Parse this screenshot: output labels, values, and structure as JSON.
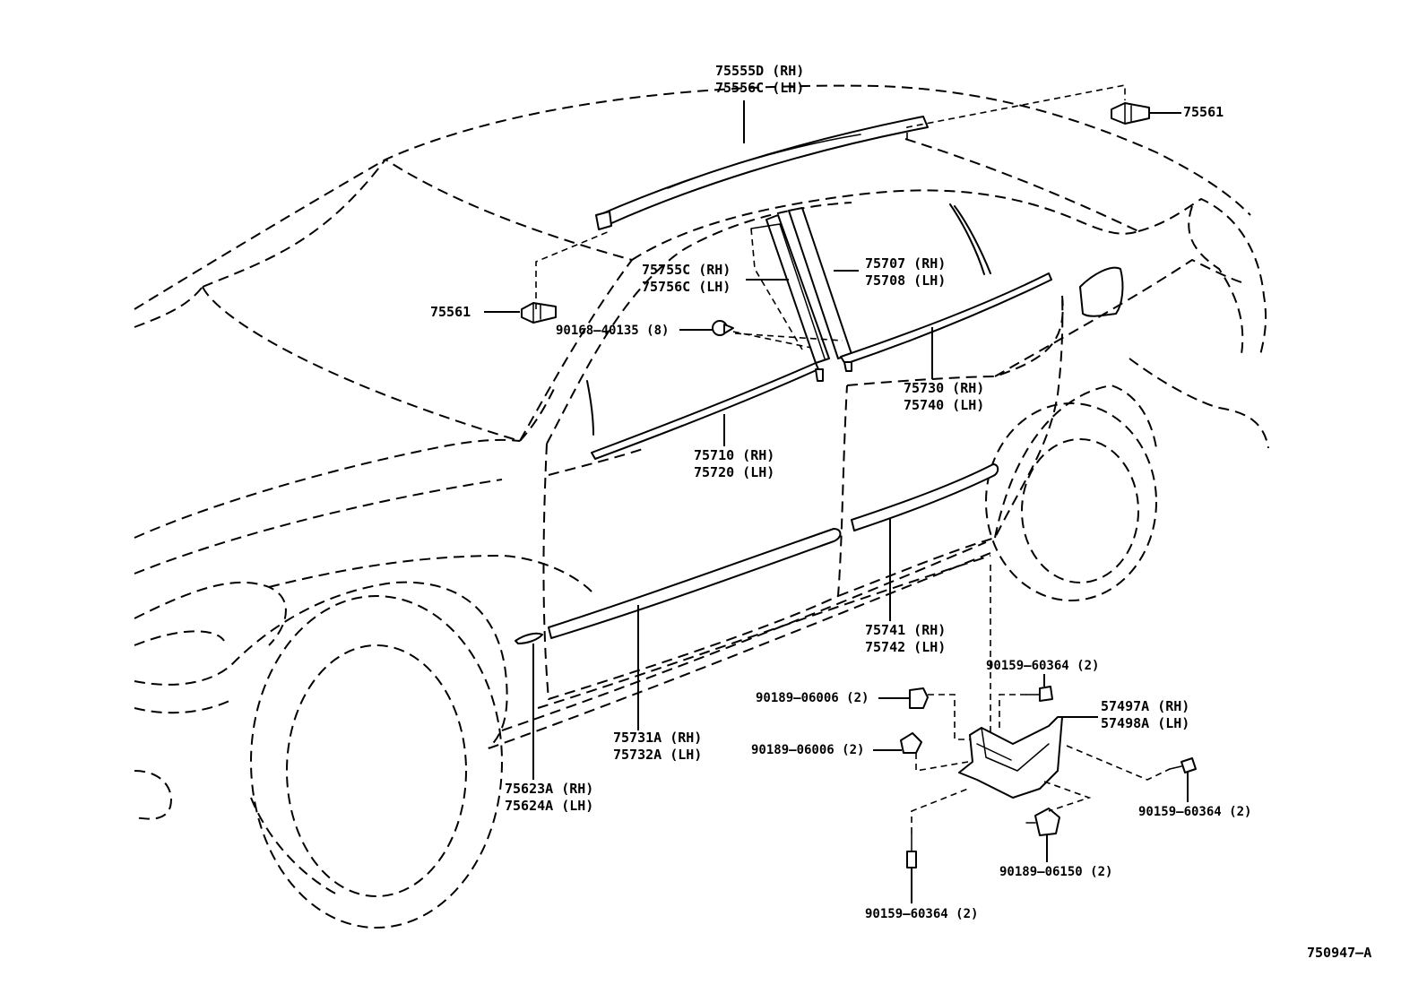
{
  "diagram": {
    "figure_code": "750947–A",
    "callouts": [
      {
        "id": "roof-molding",
        "lines": [
          "75555D (RH)",
          "75556C (LH)"
        ]
      },
      {
        "id": "clip-rear",
        "lines": [
          "75561"
        ]
      },
      {
        "id": "clip-front",
        "lines": [
          "75561"
        ]
      },
      {
        "id": "front-pillar-garnish",
        "lines": [
          "75755C (RH)",
          "75756C (LH)"
        ]
      },
      {
        "id": "rear-pillar-garnish",
        "lines": [
          "75707 (RH)",
          "75708 (LH)"
        ]
      },
      {
        "id": "nut",
        "lines": [
          "90168–40135 (8)"
        ]
      },
      {
        "id": "rear-belt-molding",
        "lines": [
          "75730 (RH)",
          "75740 (LH)"
        ]
      },
      {
        "id": "front-belt-molding",
        "lines": [
          "75710 (RH)",
          "75720 (LH)"
        ]
      },
      {
        "id": "rear-door-molding",
        "lines": [
          "75741 (RH)",
          "75742 (LH)"
        ]
      },
      {
        "id": "front-door-molding",
        "lines": [
          "75731A (RH)",
          "75732A (LH)"
        ]
      },
      {
        "id": "fender-molding",
        "lines": [
          "75623A (RH)",
          "75624A (LH)"
        ]
      },
      {
        "id": "screw-top",
        "lines": [
          "90159–60364 (2)"
        ]
      },
      {
        "id": "bracket",
        "lines": [
          "57497A (RH)",
          "57498A (LH)"
        ]
      },
      {
        "id": "clip-1",
        "lines": [
          "90189–06006 (2)"
        ]
      },
      {
        "id": "clip-2",
        "lines": [
          "90189–06006 (2)"
        ]
      },
      {
        "id": "screw-right",
        "lines": [
          "90159–60364 (2)"
        ]
      },
      {
        "id": "clip-3",
        "lines": [
          "90189–06150 (2)"
        ]
      },
      {
        "id": "screw-bottom",
        "lines": [
          "90159–60364 (2)"
        ]
      }
    ]
  }
}
